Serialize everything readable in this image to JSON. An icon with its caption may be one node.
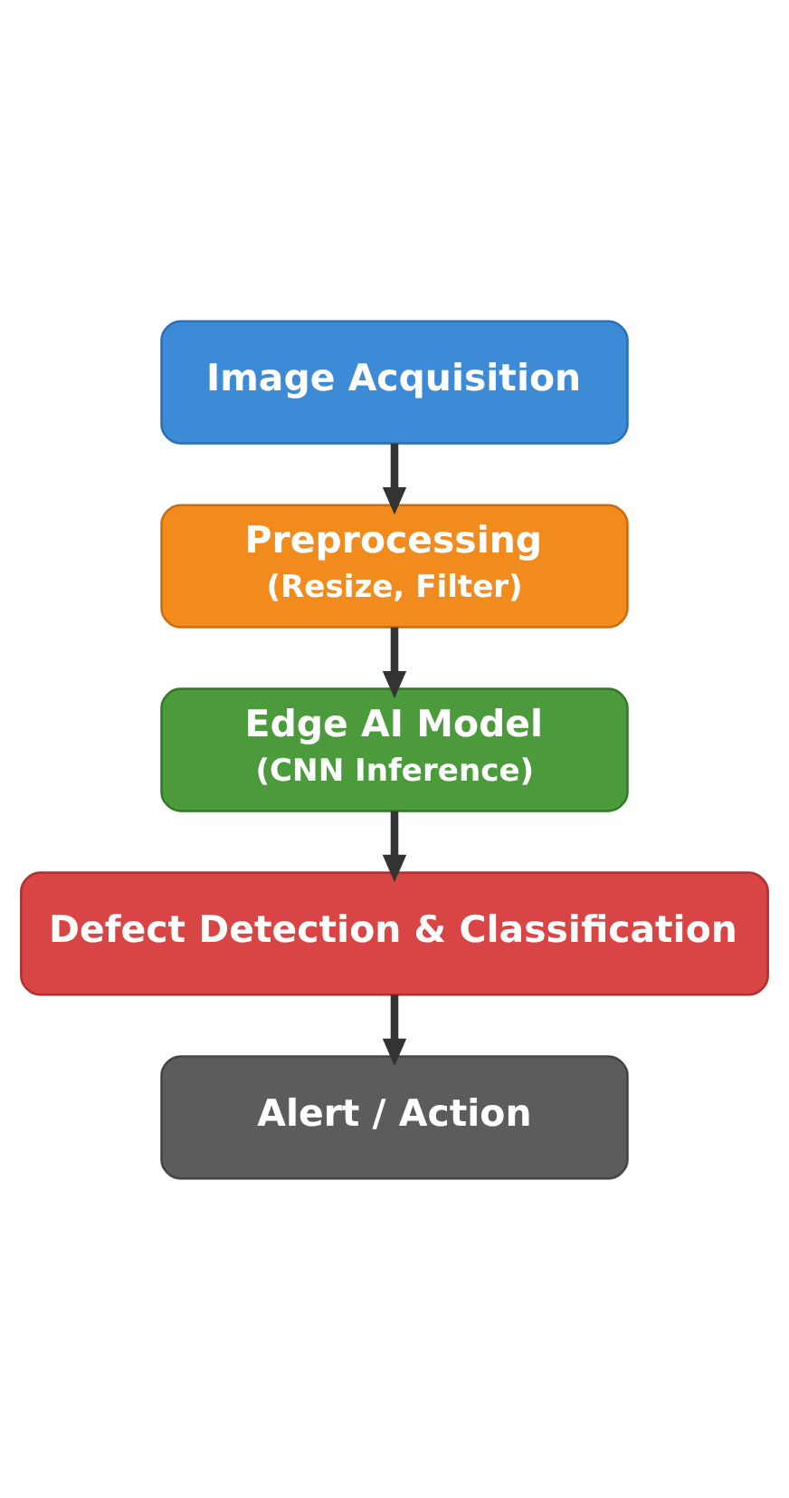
{
  "diagram": {
    "nodes": [
      {
        "text": [
          "Image Acquisition"
        ]
      },
      {
        "text": [
          "Preprocessing",
          "(Resize, Filter)"
        ]
      },
      {
        "text": [
          "Edge AI Model",
          "(CNN Inference)"
        ]
      },
      {
        "text": [
          "Defect Detection & Classification"
        ]
      },
      {
        "text": [
          "Alert / Action"
        ]
      }
    ],
    "edges": [
      {
        "from": 0,
        "to": 1,
        "arrow": "to"
      },
      {
        "from": 1,
        "to": 2,
        "arrow": "to"
      },
      {
        "from": 2,
        "to": 3,
        "arrow": "to"
      },
      {
        "from": 3,
        "to": 4,
        "arrow": "to"
      }
    ]
  }
}
